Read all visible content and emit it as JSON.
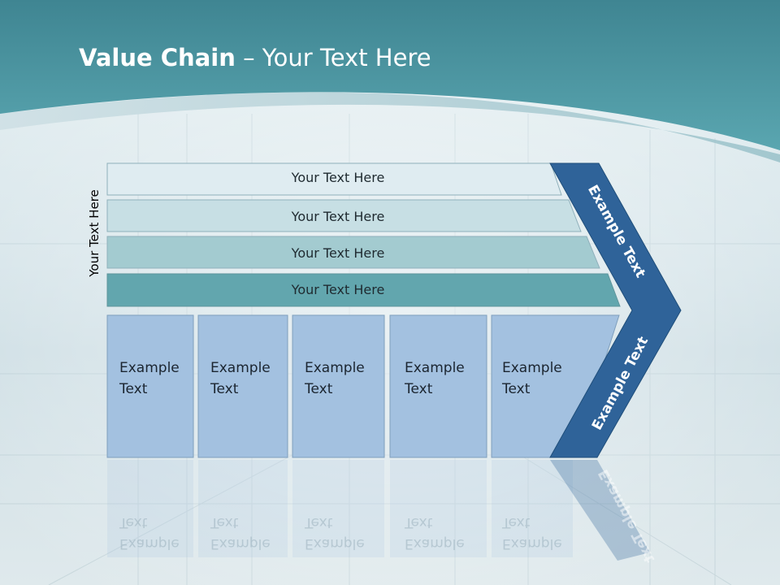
{
  "title": {
    "bold": "Value Chain",
    "rest": " – Your Text Here"
  },
  "side_label": "Your Text Here",
  "bars": [
    {
      "label": "Your Text Here",
      "color": "#dfecf1"
    },
    {
      "label": "Your Text Here",
      "color": "#c7dfe4"
    },
    {
      "label": "Your Text Here",
      "color": "#a3cbd0"
    },
    {
      "label": "Your Text Here",
      "color": "#62a6ae"
    }
  ],
  "columns": [
    {
      "line1": "Example",
      "line2": "Text"
    },
    {
      "line1": "Example",
      "line2": "Text"
    },
    {
      "line1": "Example",
      "line2": "Text"
    },
    {
      "line1": "Example",
      "line2": "Text"
    },
    {
      "line1": "Example",
      "line2": "Text"
    }
  ],
  "chevron": {
    "upper": "Example Text",
    "lower": "Example Text",
    "color": "#2f6399"
  },
  "colors": {
    "header": "#4a98a4",
    "column_fill": "#a3c1e0"
  }
}
